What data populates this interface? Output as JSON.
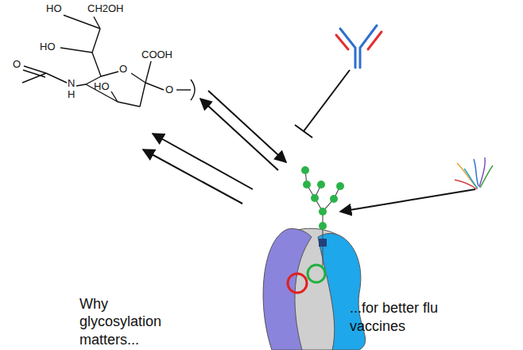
{
  "diagram": {
    "labels": [
      "HO",
      "CH2OH",
      "HO",
      "COOH",
      "O",
      "O",
      "N",
      "H",
      "HO",
      "O",
      "Why glycosylation matters...",
      "...for better flu vaccines"
    ]
  }
}
